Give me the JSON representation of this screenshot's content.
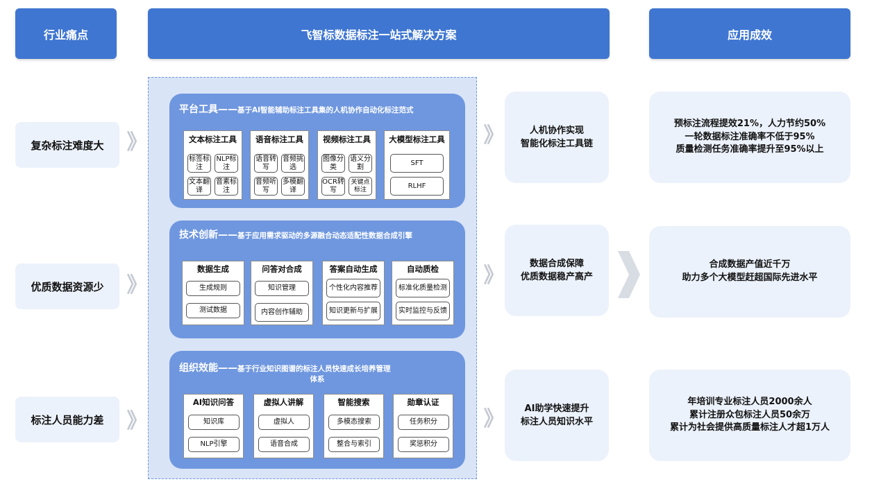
{
  "headers": {
    "pain_points": "行业痛点",
    "solution": "飞智标数据标注一站式解决方案",
    "results": "应用成效"
  },
  "pain_points": [
    "复杂标注难度大",
    "优质数据资源少",
    "标注人员能力差"
  ],
  "panels": [
    {
      "title": "平台工具——",
      "subtitle": "基于AI智能辅助标注工具集的人机协作自动化标注范式",
      "columns": [
        {
          "title": "文本标注工具",
          "chips": [
            "标签标注",
            "NLP标注",
            "文本翻译",
            "音素标注"
          ]
        },
        {
          "title": "语音标注工具",
          "chips": [
            "语音转写",
            "音频挑选",
            "音频听写",
            "多模翻译"
          ]
        },
        {
          "title": "视频标注工具",
          "chips": [
            "图像分类",
            "语义分割",
            "OCR转写",
            "关键点标注"
          ]
        },
        {
          "title": "大模型标注工具",
          "chips": [
            "SFT",
            "RLHF"
          ]
        }
      ]
    },
    {
      "title": "技术创新——",
      "subtitle": "基于应用需求驱动的多源融合动态适配性数据合成引擎",
      "columns": [
        {
          "title": "数据生成",
          "chips": [
            "生成规则",
            "测试数据"
          ]
        },
        {
          "title": "问答对合成",
          "chips": [
            "知识管理",
            "内容创作辅助"
          ]
        },
        {
          "title": "答案自动生成",
          "chips": [
            "个性化内容推荐",
            "知识更新与扩展"
          ]
        },
        {
          "title": "自动质检",
          "chips": [
            "标准化质量检测",
            "实时监控与反馈"
          ]
        }
      ]
    },
    {
      "title": "组织效能——",
      "subtitle": "基于行业知识图谱的标注人员快速成长培养管理",
      "subtitle2": "体系",
      "columns": [
        {
          "title": "AI知识问答",
          "chips": [
            "知识库",
            "NLP引擎"
          ]
        },
        {
          "title": "虚拟人讲解",
          "chips": [
            "虚拟人",
            "语音合成"
          ]
        },
        {
          "title": "智能搜索",
          "chips": [
            "多模态搜索",
            "整合与索引"
          ]
        },
        {
          "title": "勋章认证",
          "chips": [
            "任务积分",
            "奖惩积分"
          ]
        }
      ]
    }
  ],
  "solutions": [
    [
      "人机协作实现",
      "智能化标注工具链"
    ],
    [
      "数据合成保障",
      "优质数据稳产高产"
    ],
    [
      "AI助学快速提升",
      "标注人员知识水平"
    ]
  ],
  "results": [
    [
      "预标注流程提效21%，人力节约50%",
      "一轮数据标注准确率不低于95%",
      "质量检测任务准确率提升至95%以上"
    ],
    [
      "合成数据产值近千万",
      "助力多个大模型赶超国际先进水平"
    ],
    [
      "年培训专业标注人员2000余人",
      "累计注册众包标注人员50余万",
      "累计为社会提供高质量标注人才超1万人"
    ]
  ],
  "colors": {
    "header_blue": "#3f76d1",
    "panel_blue": "#6f97df",
    "light_bg": "#ecf2fb",
    "dashed_bg": "#d9e4f7"
  },
  "icons": {
    "flow_arrow": "double-chevron-right-icon",
    "big_arrow": "chevron-right-icon"
  }
}
